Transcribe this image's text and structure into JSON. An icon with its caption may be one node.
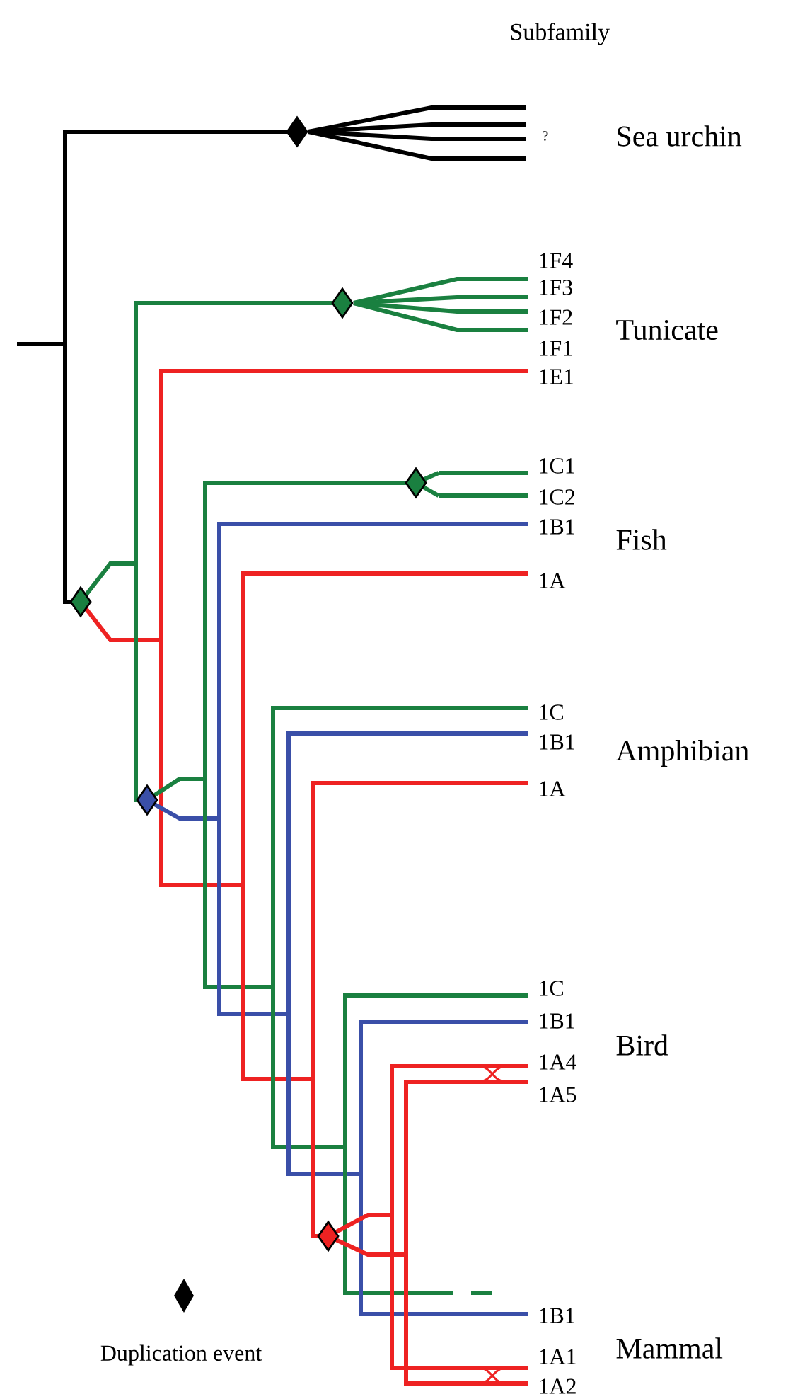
{
  "diagram": {
    "labels": [
      "Subfamily",
      "?",
      "Sea urchin",
      "1F4",
      "1F3",
      "1F2",
      "Tunicate",
      "1F1",
      "1E1",
      "1C1",
      "1C2",
      "1B1",
      "Fish",
      "1A",
      "1C",
      "1B1",
      "Amphibian",
      "1A",
      "1C",
      "1B1",
      "Bird",
      "1A4",
      "1A5",
      "1B1",
      "Mammal",
      "1A1",
      "1A2"
    ],
    "legend": [
      {
        "text": "Duplication event"
      }
    ]
  }
}
